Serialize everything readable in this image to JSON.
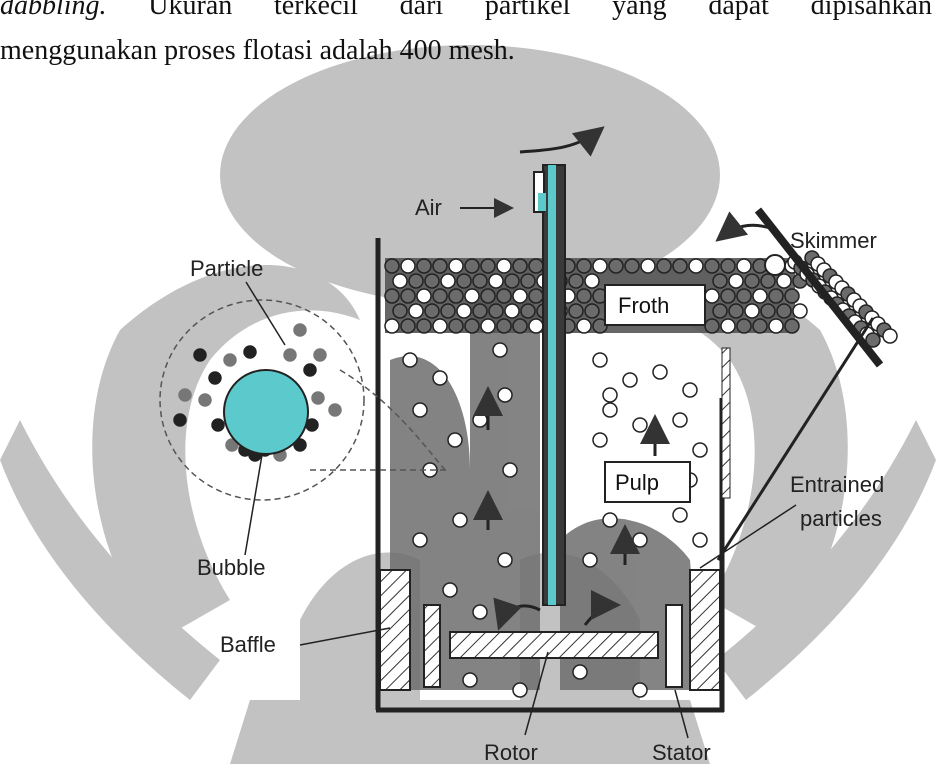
{
  "text": {
    "line1_words": [
      "dabbling.",
      "Ukuran",
      "terkecil",
      "dari",
      "partikel",
      "yang",
      "dapat",
      "dipisahkan"
    ],
    "line2": "menggunakan proses flotasi adalah 400 mesh."
  },
  "diagram": {
    "labels": {
      "air": "Air",
      "skimmer": "Skimmer",
      "particle": "Particle",
      "froth": "Froth",
      "pulp": "Pulp",
      "entrained_line1": "Entrained",
      "entrained_line2": "particles",
      "bubble": "Bubble",
      "baffle": "Baffle",
      "rotor": "Rotor",
      "stator": "Stator"
    },
    "colors": {
      "bubble_fill": "#5cc9cc",
      "shaft_accent": "#5cc9cc",
      "watermark": "#bdbdbd",
      "dark": "#333333"
    }
  }
}
